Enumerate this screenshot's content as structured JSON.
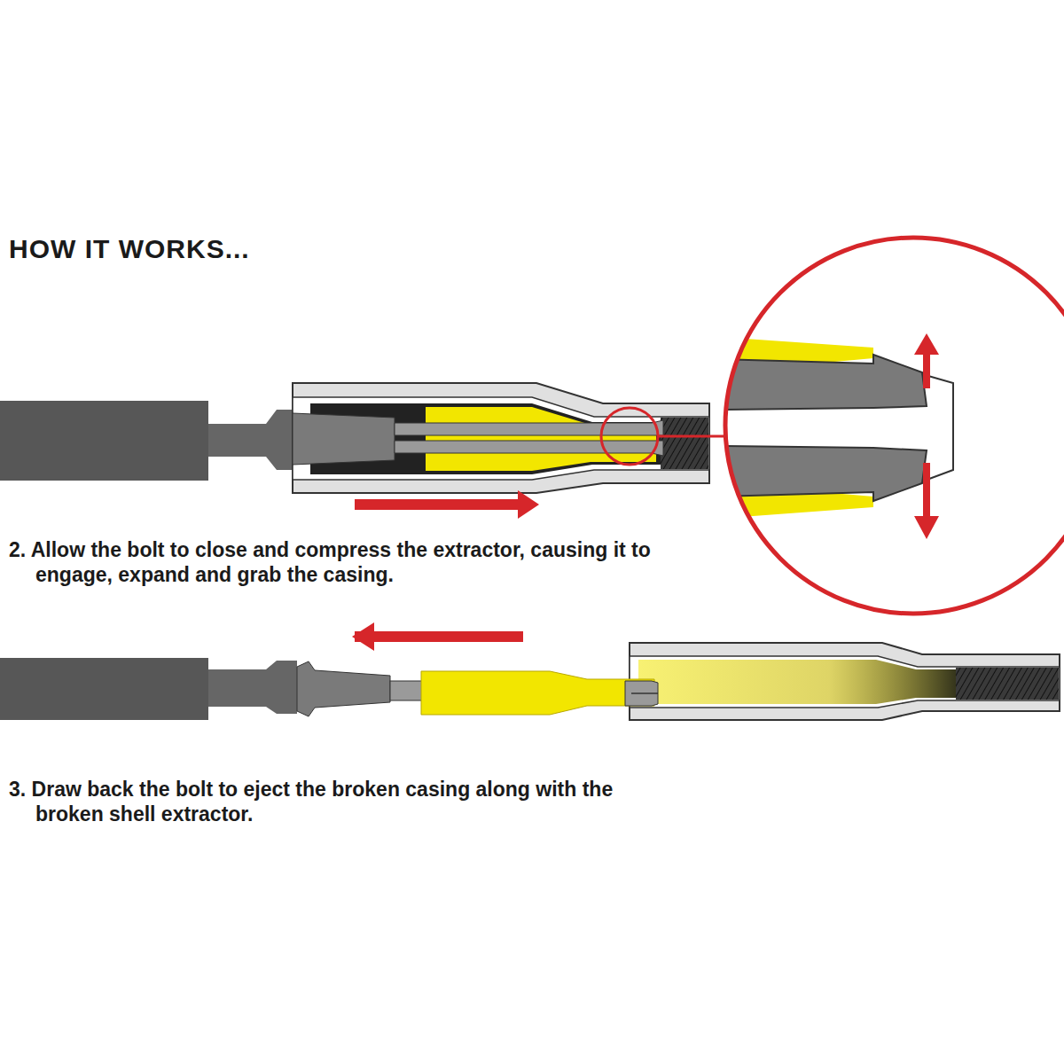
{
  "diagram": {
    "title": "HOW IT WORKS...",
    "labels": [
      "2. Allow the bolt to close and compress the extractor, causing it to engage, expand and grab the casing.",
      "3. Draw back the bolt to eject the broken casing along with the broken shell extractor."
    ]
  }
}
